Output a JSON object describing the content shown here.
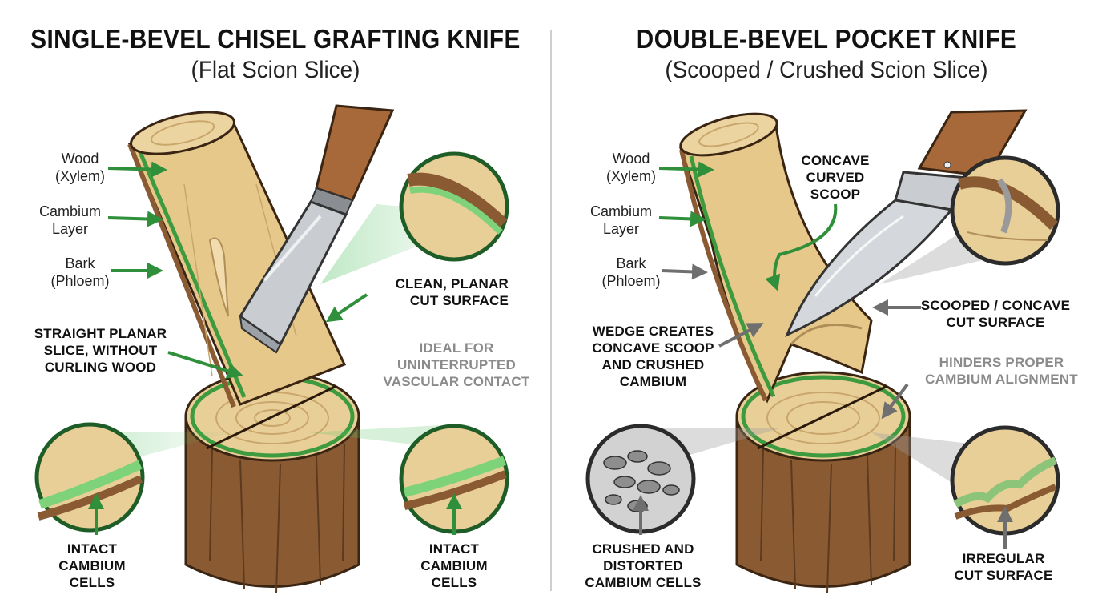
{
  "left": {
    "title": "SINGLE-BEVEL CHISEL GRAFTING KNIFE",
    "subtitle": "(Flat Scion Slice)",
    "labels": {
      "wood": "Wood",
      "wood_sub": "(Xylem)",
      "cambium": "Cambium",
      "cambium_sub": "Layer",
      "bark": "Bark",
      "bark_sub": "(Phloem)",
      "cut_l1": "CLEAN, PLANAR",
      "cut_l2": "CUT SURFACE",
      "slice_l1": "STRAIGHT PLANAR",
      "slice_l2": "SLICE, WITHOUT",
      "slice_l3": "CURLING WOOD",
      "ideal_l1": "IDEAL FOR",
      "ideal_l2": "UNINTERRUPTED",
      "ideal_l3": "VASCULAR CONTACT",
      "intact1_l1": "INTACT",
      "intact1_l2": "CAMBIUM",
      "intact1_l3": "CELLS",
      "intact2_l1": "INTACT",
      "intact2_l2": "CAMBIUM",
      "intact2_l3": "CELLS"
    }
  },
  "right": {
    "title": "DOUBLE-BEVEL POCKET KNIFE",
    "subtitle": "(Scooped / Crushed Scion Slice)",
    "labels": {
      "wood": "Wood",
      "wood_sub": "(Xylem)",
      "cambium": "Cambium",
      "cambium_sub": "Layer",
      "bark": "Bark",
      "bark_sub": "(Phloem)",
      "scoop_l1": "CONCAVE",
      "scoop_l2": "CURVED",
      "scoop_l3": "SCOOP",
      "cut_l1": "SCOOPED / CONCAVE",
      "cut_l2": "CUT SURFACE",
      "wedge_l1": "WEDGE CREATES",
      "wedge_l2": "CONCAVE SCOOP",
      "wedge_l3": "AND CRUSHED",
      "wedge_l4": "CAMBIUM",
      "hinders_l1": "HINDERS PROPER",
      "hinders_l2": "CAMBIUM ALIGNMENT",
      "crushed_l1": "CRUSHED AND",
      "crushed_l2": "DISTORTED",
      "crushed_l3": "CAMBIUM CELLS",
      "irregular_l1": "IRREGULAR",
      "irregular_l2": "CUT SURFACE"
    }
  },
  "colors": {
    "green": "#2f8f3a",
    "gray_arrow": "#8a8a8a",
    "wood_light": "#e8cf97",
    "bark_brown": "#8a5a33",
    "steel": "#c9cdd2",
    "handle": "#a8693a"
  }
}
